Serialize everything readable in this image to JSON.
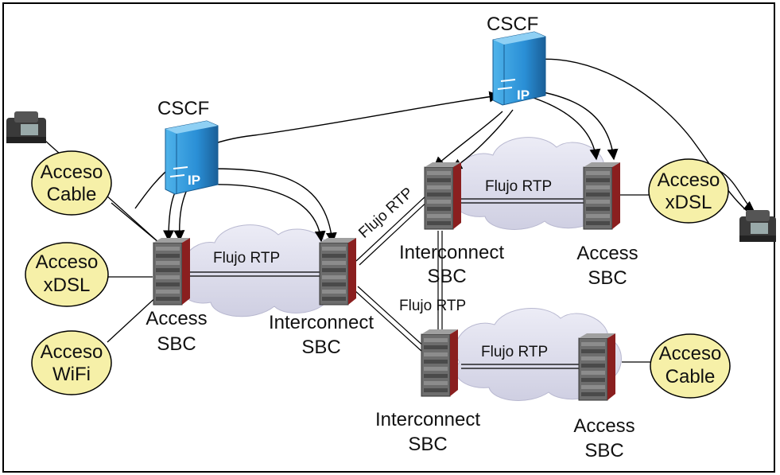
{
  "cscf": [
    {
      "id": "cscf-left",
      "label": "CSCF",
      "icon_text": "IP"
    },
    {
      "id": "cscf-right",
      "label": "CSCF",
      "icon_text": "IP"
    }
  ],
  "access_ovals": {
    "left_cable": [
      "Acceso",
      "Cable"
    ],
    "left_xdsl": [
      "Acceso",
      "xDSL"
    ],
    "left_wifi": [
      "Acceso",
      "WiFi"
    ],
    "right_xdsl": [
      "Acceso",
      "xDSL"
    ],
    "right_cable": [
      "Acceso",
      "Cable"
    ]
  },
  "sbc": {
    "access_left": [
      "Access",
      "SBC"
    ],
    "interconnect_mid": [
      "Interconnect",
      "SBC"
    ],
    "interconnect_top": [
      "Interconnect",
      "SBC"
    ],
    "access_top": [
      "Access",
      "SBC"
    ],
    "interconnect_bottom": [
      "Interconnect",
      "SBC"
    ],
    "access_bottom": [
      "Access",
      "SBC"
    ]
  },
  "flows": {
    "left": "Flujo RTP",
    "top": "Flujo RTP",
    "bottom": "Flujo RTP",
    "diag_up": "Flujo RTP",
    "mid_vertical": "Flujo RTP"
  },
  "colors": {
    "oval_fill": "#f6f0a8",
    "cloud_fill": "#dcdcec",
    "cscf_blue": "#2a8fd6",
    "sbc_red": "#8a1f1f"
  }
}
